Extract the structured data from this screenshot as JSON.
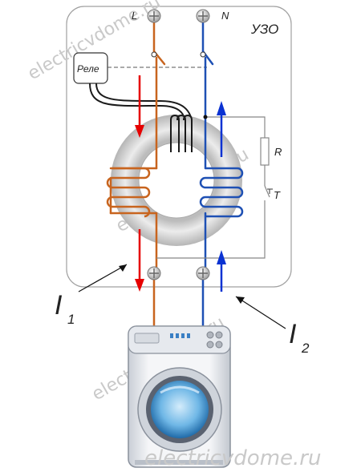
{
  "labels": {
    "phase": "L",
    "neutral": "N",
    "device": "УЗО",
    "relay": "Реле",
    "resistor": "R",
    "test_button": "T",
    "current1_main": "I",
    "current1_sub": "1",
    "current2_main": "I",
    "current2_sub": "2"
  },
  "watermark": {
    "bottom": "electricvdome.ru",
    "diagonal": "electricvdome.ru"
  },
  "colors": {
    "phase_wire": "#c8641e",
    "neutral_wire": "#1e50b4",
    "arrow_red": "#e60000",
    "arrow_blue": "#0a32d2",
    "toroid": "#d0d0d0",
    "panel": "#ffffff",
    "panel_border": "#999999"
  },
  "icons": {
    "terminals": "screw-terminal-icon",
    "appliance": "washing-machine-icon"
  }
}
